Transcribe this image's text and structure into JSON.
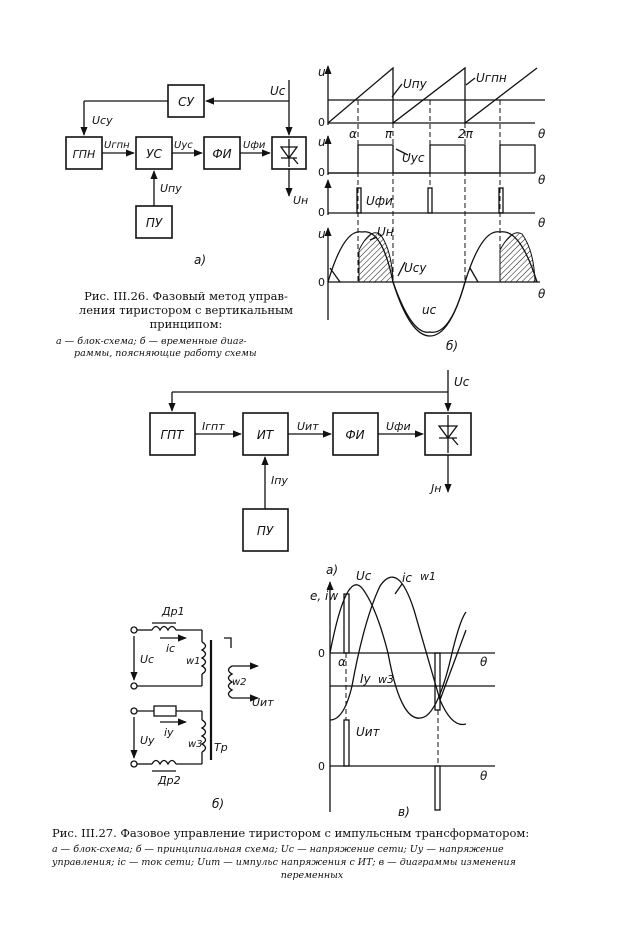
{
  "fig26": {
    "blocks": {
      "su": "СУ",
      "gpn": "ГПН",
      "us": "УС",
      "fi": "ФИ",
      "pu": "ПУ"
    },
    "signals": {
      "uc": "Uc",
      "usu": "Uсу",
      "ugpn": "Uгпн",
      "uus": "Uус",
      "ufi": "Uфи",
      "upu": "Uпу",
      "un": "Uн"
    },
    "sub_a": "а)",
    "sub_b": "б)",
    "diagram": {
      "axis_u": "u",
      "axis_theta": "θ",
      "zero": "0",
      "alpha": "α",
      "pi": "π",
      "two_pi": "2π",
      "upu": "Uпу",
      "ugpn": "Uгпн",
      "uus": "Uус",
      "ufi": "Uфи",
      "un": "Uн",
      "usu": "Uсу",
      "uc": "uc"
    },
    "caption_title_1": "Рис. III.26. Фазовый метод управ-",
    "caption_title_2": "ления тиристором с вертикальным",
    "caption_title_3": "принципом:",
    "caption_desc_1": "а — блок-схема; б — временные диаг-",
    "caption_desc_2": "раммы, поясняющие работу схемы"
  },
  "fig27a": {
    "blocks": {
      "gpt": "ГПТ",
      "it": "ИТ",
      "fi": "ФИ",
      "pu": "ПУ"
    },
    "signals": {
      "uc": "Uc",
      "igpt": "Iгпт",
      "uit": "Uит",
      "ufi": "Uфи",
      "ipu": "Iпу",
      "jn": "Jн"
    },
    "sub_a": "а)"
  },
  "fig27b": {
    "labels": {
      "dr1": "Др1",
      "ic": "ic",
      "uc": "Uc",
      "w1": "w1",
      "w2": "w2",
      "uit": "Uит",
      "uy": "Uy",
      "iy": "iy",
      "w3": "w3",
      "tr": "Tр",
      "dr2": "Др2"
    },
    "sub_b": "б)"
  },
  "fig27v": {
    "labels": {
      "axis": "e, iw",
      "uc": "Uc",
      "ic": "ic",
      "w1": "w1",
      "zero": "0",
      "alpha": "α",
      "theta": "θ",
      "iy": "Iy",
      "w3": "w3",
      "uit": "Uит",
      "zero2": "0",
      "theta2": "θ"
    },
    "sub_v": "в)"
  },
  "caption27": {
    "title": "Рис. III.27. Фазовое управление тиристором с импульсным трансформатором:",
    "desc_1": "а — блок-схема; б — принципиальная схема; Uc — напряжение сети; Uу — напряжение",
    "desc_2": "управления; ic — ток сети; Uит — импульс напряжения с ИТ; в — диаграммы изменения",
    "desc_3": "переменных"
  }
}
